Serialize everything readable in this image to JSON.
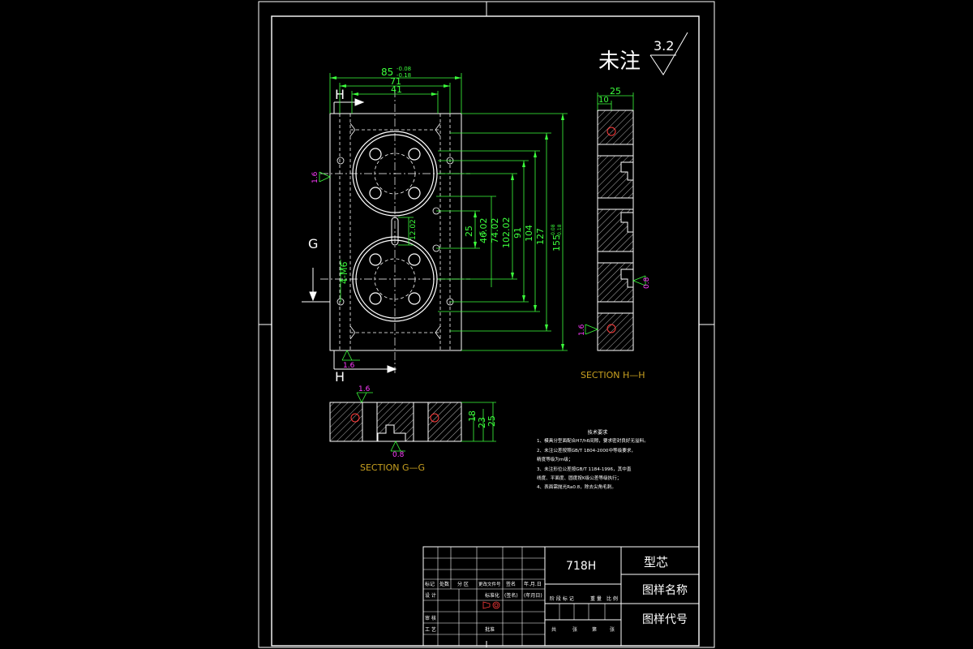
{
  "drawing": {
    "note_label": "未注",
    "roughness_default": "3.2",
    "front_view": {
      "dims": {
        "width_top": "85",
        "tol_upper": "-0.08",
        "tol_lower": "-0.18",
        "width_71": "71",
        "width_41": "41",
        "h_12": "12.02",
        "h_25": "25",
        "h_46": "46.02",
        "h_74": "74.02",
        "h_102": "102.02",
        "h_91": "91",
        "h_104": "104",
        "h_127": "127",
        "h_155": "155",
        "thread_note": "4-M6",
        "r_5": "5"
      },
      "cut_label_h": "H",
      "cut_label_g": "G",
      "roughness_left": "1.6",
      "roughness_bottom": "1.6"
    },
    "side_view": {
      "dims": {
        "w_25": "25",
        "w_10": "10"
      },
      "roughness_right": "0.8",
      "roughness_bottom": "1.6",
      "caption": "SECTION H—H"
    },
    "bottom_view": {
      "dims": {
        "h_18": "18",
        "h_23": "23",
        "h_25": "25"
      },
      "roughness_top": "1.6",
      "roughness_bottom": "0.8",
      "caption": "SECTION G—G"
    },
    "tech_notes": {
      "title": "技术要求",
      "lines": [
        "1、模具分型面配合H7/h6间隙，要求密封良好无溢料。",
        "2、未注公差按照GB/T 1804-2000中等级要求，",
        "    精度等级为m级；",
        "3、未注形位公差按GB/T 1184-1996，其中直",
        "    线度、平面度、圆度按K级公差等级执行；",
        "4、表面需抛光Ra0.8，除去尖角毛刺。"
      ]
    },
    "title_block": {
      "material": "718H",
      "part_name": "型芯",
      "drawing_name_label": "图样名称",
      "drawing_code_label": "图样代号",
      "row_labels": [
        "标记",
        "处数",
        "分 区",
        "更改文件号",
        "签名",
        "年.月.日"
      ],
      "left_labels": [
        "设 计",
        "审 核",
        "工 艺"
      ],
      "std_label": "标准化",
      "sign_label": "(签名)",
      "date_label": "(年月日)",
      "approve_label": "批准",
      "stage_labels": [
        "阶 段 标 记",
        "重 量",
        "比 例"
      ],
      "sheet_labels": [
        "共",
        "张",
        "第",
        "张"
      ]
    }
  }
}
